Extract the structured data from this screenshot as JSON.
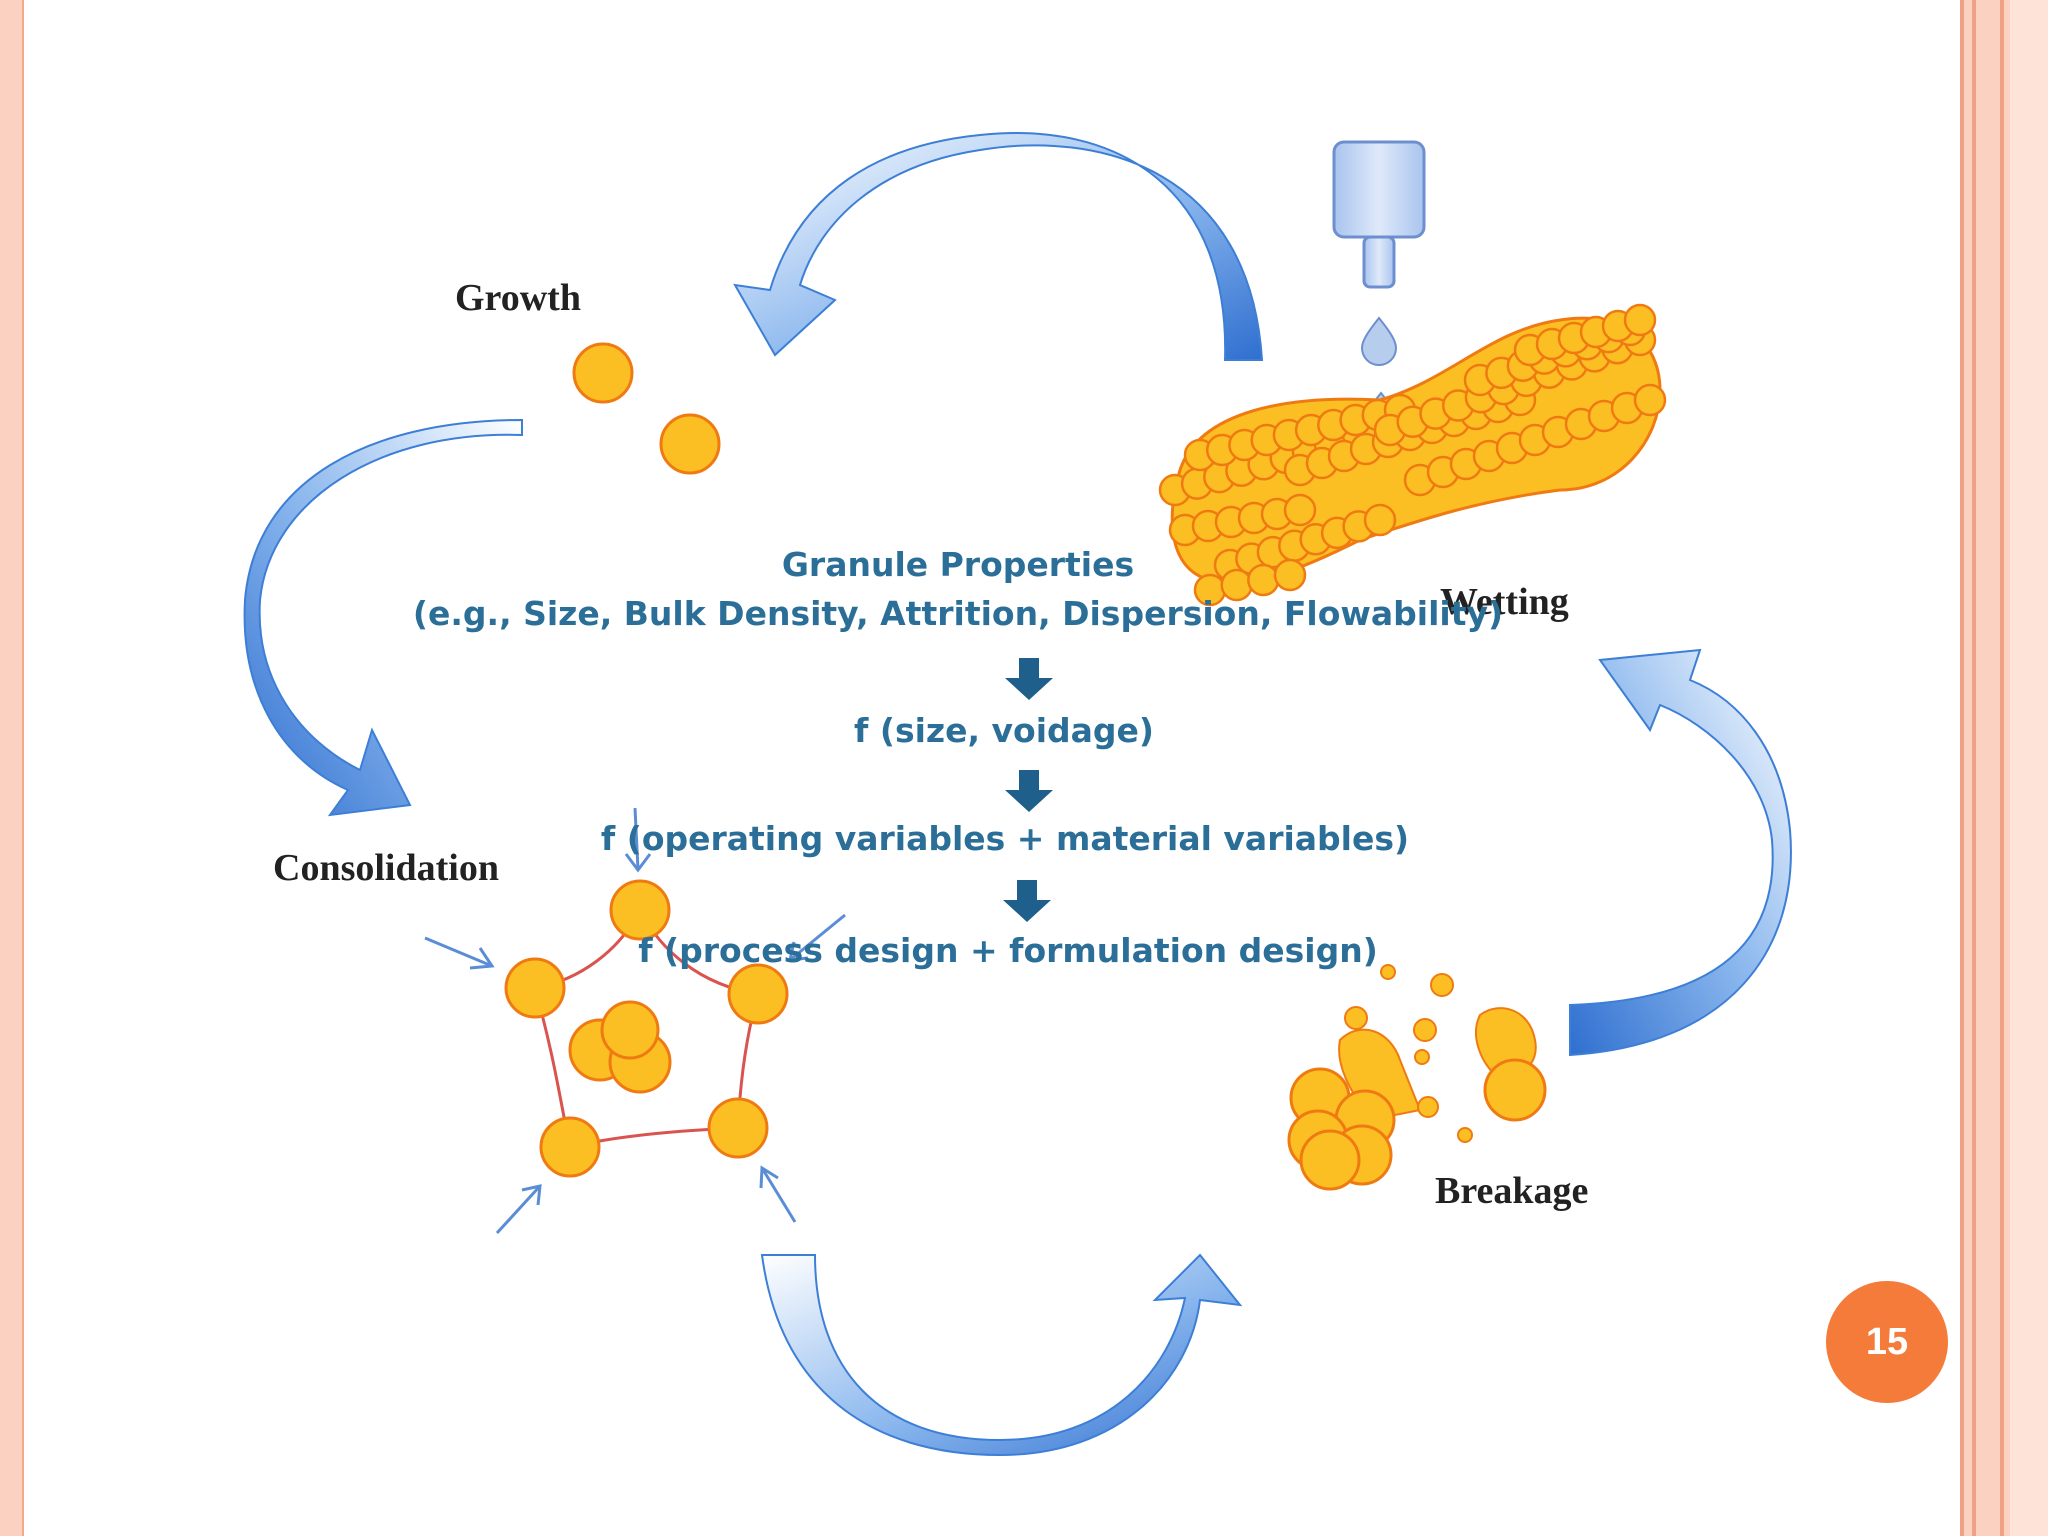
{
  "stages": {
    "growth": "Growth",
    "wetting": "Wetting",
    "consolidation": "Consolidation",
    "breakage": "Breakage"
  },
  "properties": {
    "title": "Granule Properties",
    "examples": "(e.g., Size, Bulk Density, Attrition, Dispersion, Flowability)",
    "f1": "f (size, voidage)",
    "f2": "f (operating variables + material variables)",
    "f3": "f (process design + formulation design)"
  },
  "page_number": "15",
  "colors": {
    "arrow_blue": "#4a8fe0",
    "particle_fill": "#fbbf24",
    "particle_stroke": "#f07a12",
    "text_blue": "#2b6f99",
    "badge": "#f47b3a",
    "frame": "#fbd2c2"
  }
}
